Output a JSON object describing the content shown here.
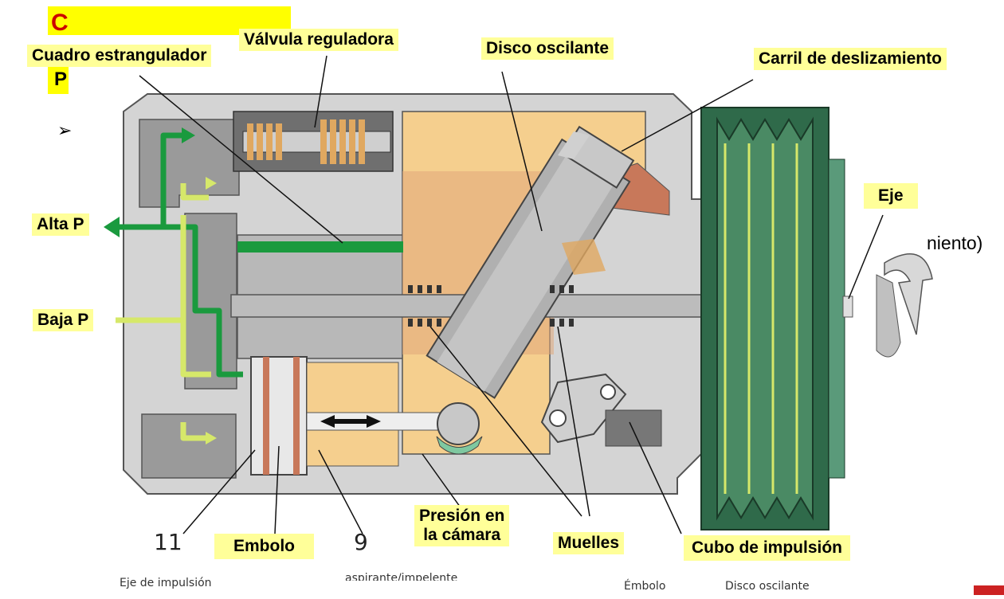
{
  "slide": {
    "title_fragment": "C",
    "bullet_letter": "P",
    "bullet_arrow": "➢",
    "side_text": "niento)"
  },
  "labels": {
    "cuadro": "Cuadro estrangulador",
    "valvula": "Válvula reguladora",
    "disco": "Disco oscilante",
    "carril": "Carril de deslizamiento",
    "eje": "Eje",
    "alta": "Alta P",
    "baja": "Baja P",
    "embolo": "Embolo",
    "presion_l1": "Presión en",
    "presion_l2": "la cámara",
    "muelles": "Muelles",
    "cubo": "Cubo de impulsión"
  },
  "numbers": {
    "n11": "11",
    "n9": "9"
  },
  "bottom_captions": {
    "eje_impulsion": "Eje de impulsión",
    "aspirante": "aspirante/impelente",
    "embolo": "Émbolo",
    "disco": "Disco oscilante"
  },
  "colors": {
    "housing": "#d4d4d4",
    "outline": "#555555",
    "tan": "#f5cf8e",
    "copper": "#c8785a",
    "green": "#1a9a3e",
    "yellow_green": "#d6e86a",
    "pulley": "#2f6a4a",
    "label_bg": "#ffff99",
    "accent_red": "#cc2222"
  }
}
